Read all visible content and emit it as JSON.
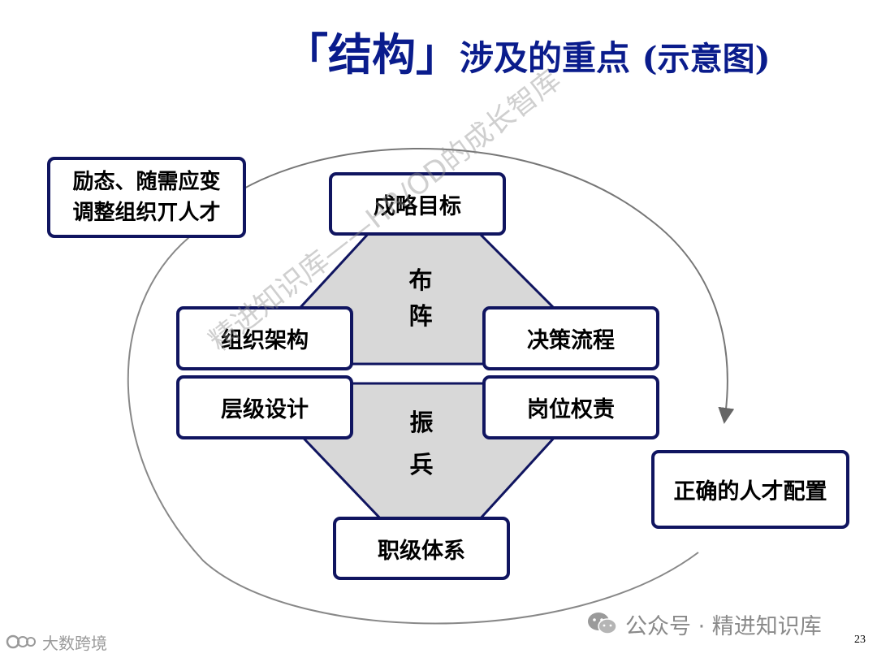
{
  "title": {
    "bracket_open": "「",
    "keyword": "结构",
    "bracket_close": "」",
    "rest": "涉及的重点",
    "note": "(示意图)"
  },
  "diagram": {
    "top_box": "戍略目标",
    "left_upper": "组织架构",
    "left_lower": "层级设计",
    "right_upper": "决策流程",
    "right_lower": "岗位权责",
    "bottom_box": "职级体系",
    "upper_label": [
      "布",
      "阵"
    ],
    "lower_label": [
      "振",
      "兵"
    ],
    "top_left_note": [
      "励态、随需应变",
      "调整组织丌人才"
    ],
    "right_note": "正确的人才配置",
    "shape_fill": "#d8d8d8",
    "border_color": "#101560"
  },
  "watermark": "精进知识库——HR/OD的成长智库",
  "footer": {
    "wechat": "公众号 · 精进知识库",
    "brand": "大数跨境",
    "page_number": "23"
  },
  "colors": {
    "title": "#0a1c8c",
    "box_border": "#101560"
  }
}
